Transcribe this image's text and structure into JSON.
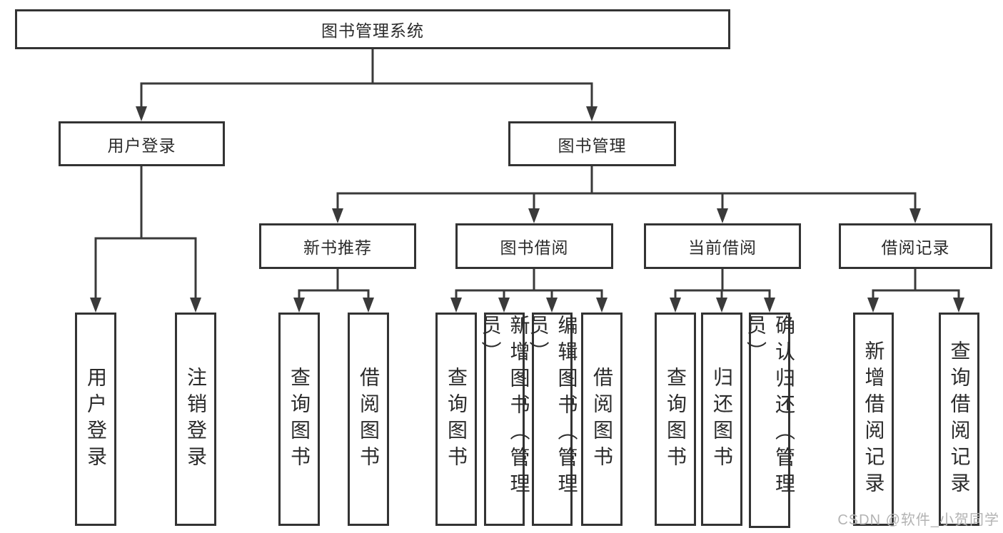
{
  "page": {
    "background": "#ffffff",
    "watermark": "CSDN @软件_小贺同学"
  },
  "colors": {
    "line": "#3a3a3a",
    "box_border": "#333333",
    "text": "#2b2b2b",
    "watermark": "#b3b3b3"
  },
  "diagram": {
    "root": {
      "label": "图书管理系统"
    },
    "level2": [
      {
        "label": "用户登录"
      },
      {
        "label": "图书管理"
      }
    ],
    "user_login_children": [
      "用户登录",
      "注销登录"
    ],
    "book_mgmt_groups": [
      {
        "label": "新书推荐",
        "children": [
          "查询图书",
          "借阅图书"
        ]
      },
      {
        "label": "图书借阅",
        "children": [
          "查询图书",
          "新增图书（管理员）",
          "编辑图书（管理员）",
          "借阅图书"
        ]
      },
      {
        "label": "当前借阅",
        "children": [
          "查询图书",
          "归还图书",
          "确认归还（管理员）"
        ]
      },
      {
        "label": "借阅记录",
        "children": [
          "新增借阅记录",
          "查询借阅记录"
        ]
      }
    ]
  }
}
